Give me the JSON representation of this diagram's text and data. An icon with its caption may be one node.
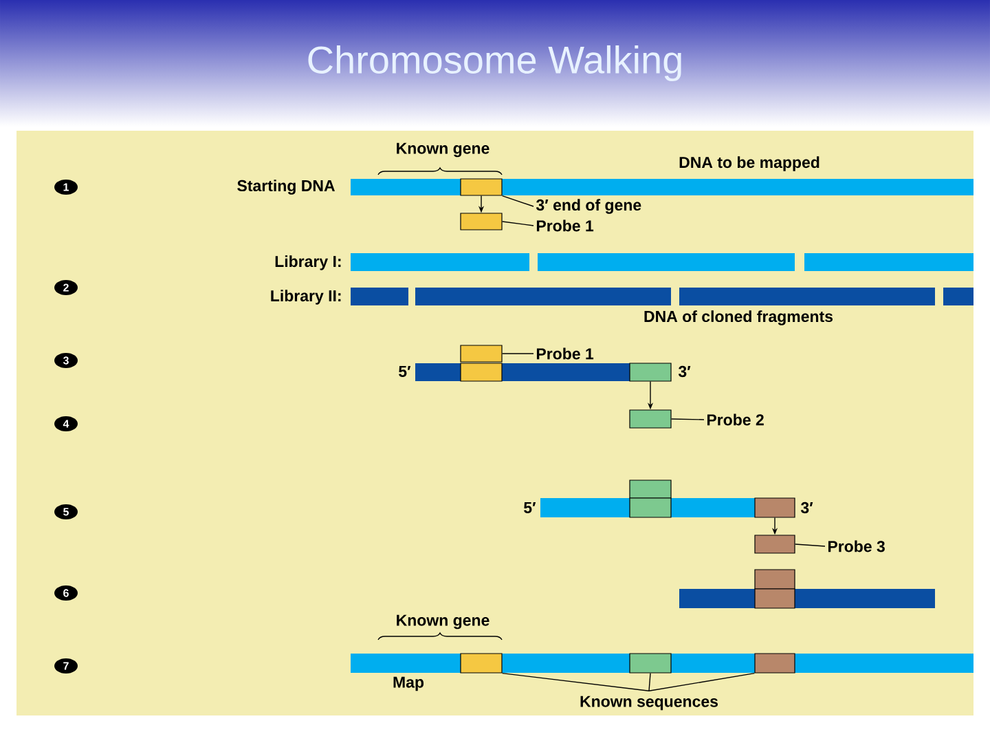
{
  "diagram": {
    "title": "Chromosome Walking",
    "nodes": [
      {
        "text": [
          "3′ end of gene"
        ]
      },
      {
        "text": [],
        "shape": "box"
      },
      {
        "text": [],
        "shape": "box"
      },
      {
        "text": [
          "Probe 1"
        ]
      },
      {
        "text": [],
        "shape": "box"
      },
      {
        "text": [
          "Probe 1"
        ]
      },
      {
        "text": [],
        "shape": "box"
      },
      {
        "text": [],
        "shape": "box"
      },
      {
        "text": [
          "Probe 2"
        ]
      },
      {
        "text": [],
        "shape": "box"
      },
      {
        "text": [],
        "shape": "box"
      },
      {
        "text": [
          "Probe 3"
        ]
      },
      {
        "text": [
          "Known sequences"
        ]
      },
      {
        "text": [],
        "shape": "box"
      },
      {
        "text": [],
        "shape": "box"
      },
      {
        "text": [],
        "shape": "box"
      },
      {
        "text": [],
        "shape": "box"
      },
      {
        "text": [],
        "shape": "box"
      },
      {
        "text": [],
        "shape": "box"
      },
      {
        "text": [],
        "shape": "box"
      },
      {
        "text": [],
        "shape": "box"
      }
    ],
    "edges": [
      {
        "from": 1,
        "to": 2,
        "arrow": "to"
      },
      {
        "from": 0,
        "to": 1,
        "arrow": "none"
      },
      {
        "from": 3,
        "to": 2,
        "arrow": "none"
      },
      {
        "from": 5,
        "to": 4,
        "arrow": "none"
      },
      {
        "from": 6,
        "to": 7,
        "arrow": "to"
      },
      {
        "from": 8,
        "to": 7,
        "arrow": "none"
      },
      {
        "from": 9,
        "to": 10,
        "arrow": "to"
      },
      {
        "from": 11,
        "to": 10,
        "arrow": "none"
      },
      {
        "from": 12,
        "to": 13,
        "arrow": "none"
      },
      {
        "from": 12,
        "to": 14,
        "arrow": "none"
      },
      {
        "from": 12,
        "to": 15,
        "arrow": "none"
      }
    ],
    "labels": [
      "Known gene",
      "DNA to be mapped",
      "1",
      "Starting DNA",
      "Library I:",
      "2",
      "Library II:",
      "DNA of cloned fragments",
      "3",
      "5′",
      "3′",
      "4",
      "5",
      "5′",
      "3′",
      "6",
      "Known gene",
      "7",
      "Map"
    ]
  }
}
